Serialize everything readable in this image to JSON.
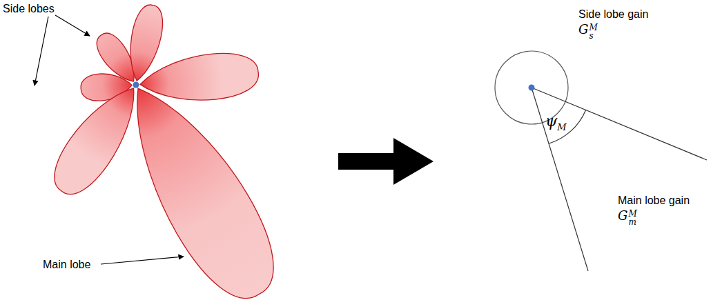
{
  "diagram": {
    "labels": [
      "Side lobes",
      "Main lobe",
      "Side lobe gain",
      "G",
      "s",
      "M",
      "Main lobe gain",
      "G",
      "m",
      "M",
      "ψ",
      "M"
    ]
  }
}
